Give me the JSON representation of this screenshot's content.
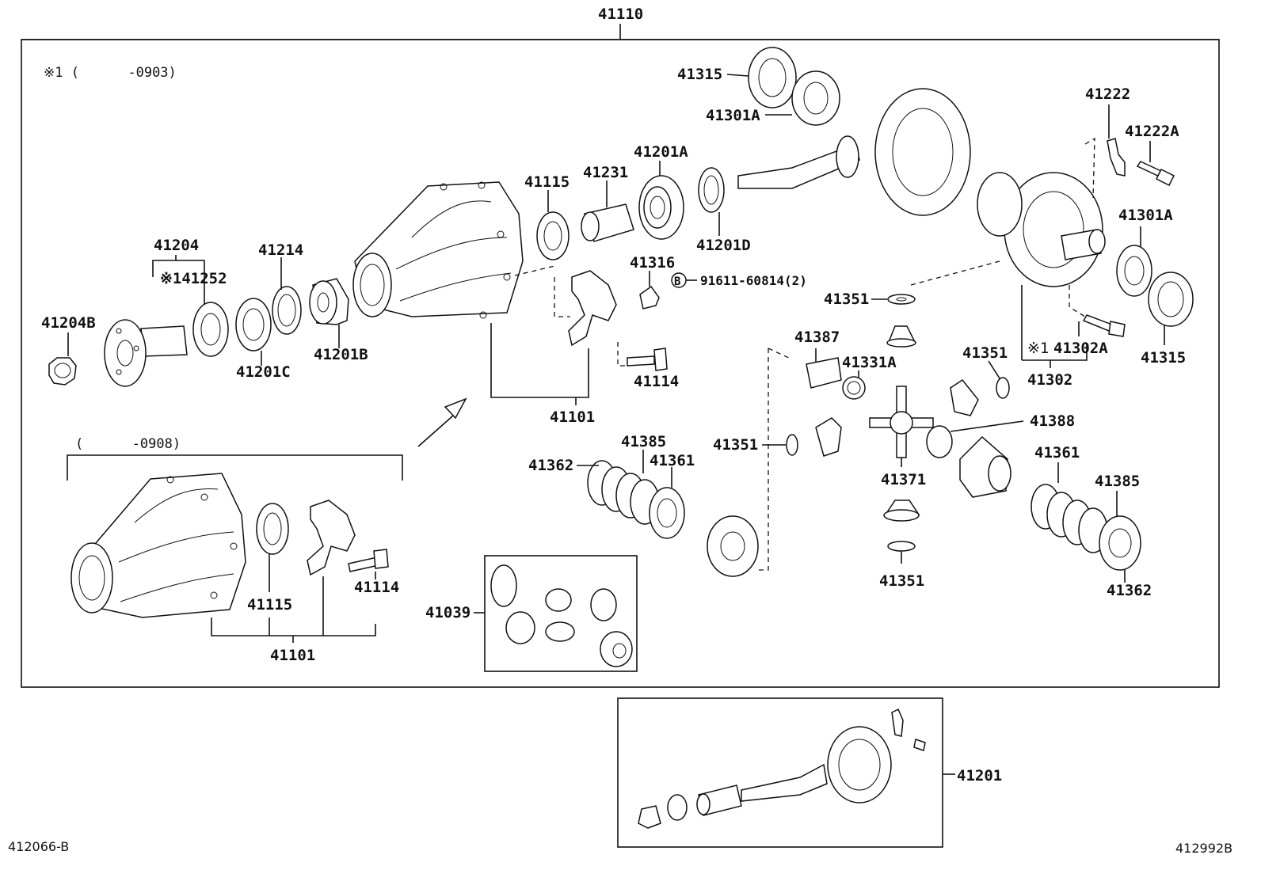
{
  "labels": {
    "top_assembly": "41110",
    "note_1_range": "※1 (      -0903)",
    "note_2_range": "(      -0908)",
    "p41315_top": "41315",
    "p41301A_top": "41301A",
    "p41222": "41222",
    "p41222A": "41222A",
    "p41201A": "41201A",
    "p41115_top": "41115",
    "p41231": "41231",
    "p41201D": "41201D",
    "p41301A_right": "41301A",
    "p41204": "41204",
    "p41214": "41214",
    "p41252": "※141252",
    "p41316": "41316",
    "b_symbol": "B",
    "p91611": "91611-60814(2)",
    "p41351_a": "41351",
    "p41204B": "41204B",
    "p41201C": "41201C",
    "p41201B": "41201B",
    "p41387": "41387",
    "p41331A": "41331A",
    "p41351_b": "41351",
    "note1_mark": "※1",
    "p41302A": "41302A",
    "p41315_right": "41315",
    "p41114_top": "41114",
    "p41302": "41302",
    "p41101_top": "41101",
    "p41388": "41388",
    "p41385_left": "41385",
    "p41361_left": "41361",
    "p41362_left": "41362",
    "p41351_c": "41351",
    "p41361_right": "41361",
    "p41385_right": "41385",
    "p41371": "41371",
    "p41115_bottom": "41115",
    "p41114_bottom": "41114",
    "p41101_bottom": "41101",
    "p41039": "41039",
    "p41351_d": "41351",
    "p41362_right": "41362",
    "p41201": "41201",
    "footer_left": "412066-B",
    "footer_right": "412992B"
  }
}
